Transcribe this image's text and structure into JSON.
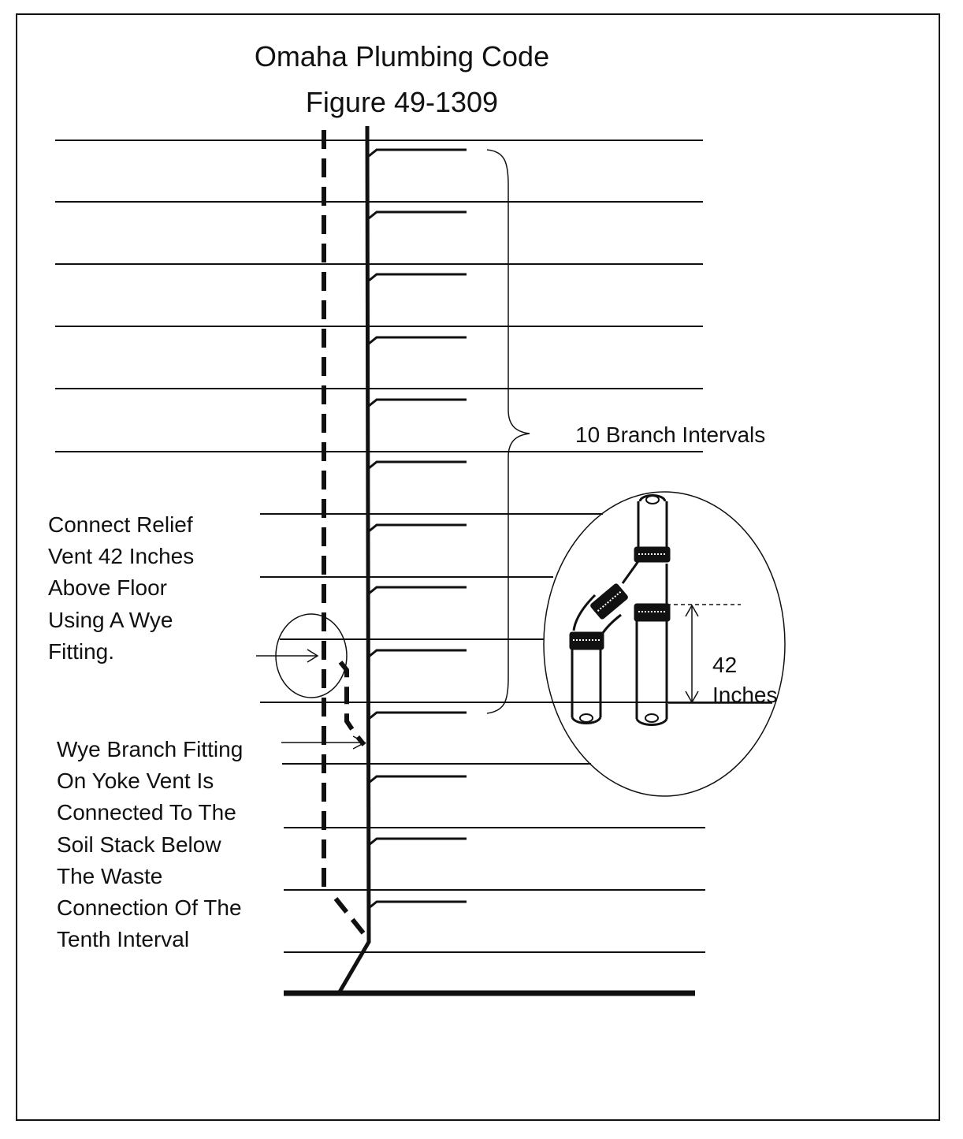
{
  "title": {
    "line1": "Omaha Plumbing Code",
    "line2": "Figure 49-1309"
  },
  "annotations": {
    "relief_vent": [
      "Connect Relief",
      "Vent 42 Inches",
      "Above Floor",
      "Using A Wye",
      "Fitting."
    ],
    "wye_branch": [
      "Wye Branch Fitting",
      "On Yoke Vent Is",
      "Connected To The",
      "Soil Stack Below",
      "The Waste",
      "Connection Of The",
      "Tenth Interval"
    ],
    "branch_intervals": "10 Branch Intervals",
    "height_value": "42",
    "height_unit": "Inches"
  },
  "colors": {
    "line": "#111111",
    "background": "#ffffff"
  }
}
